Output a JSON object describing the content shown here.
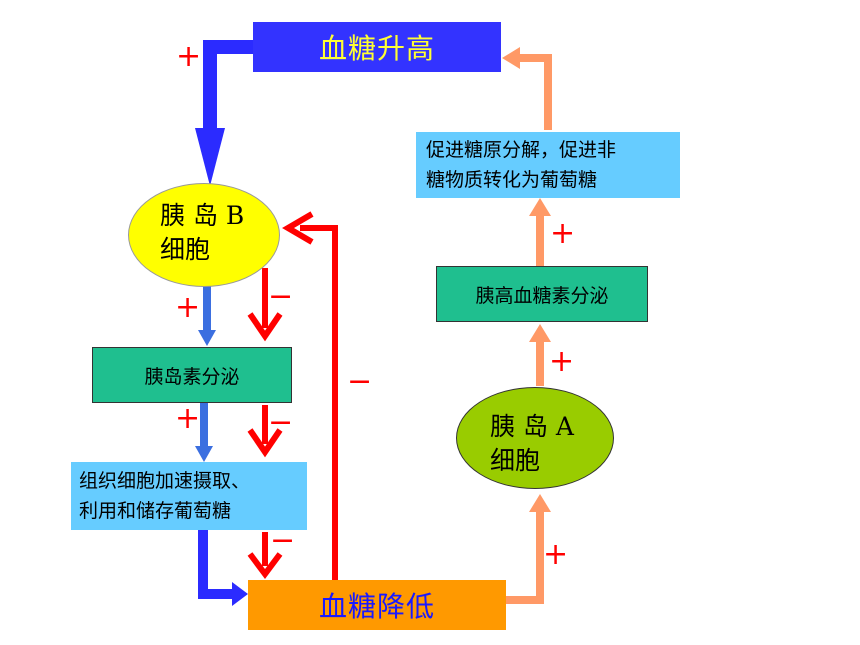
{
  "nodes": {
    "glucose_high": "血糖升高",
    "glucose_low": "血糖降低",
    "islet_b": "胰 岛 B\n细胞",
    "islet_a": "胰 岛 A\n细胞",
    "insulin_secretion": "胰岛素分泌",
    "glucagon_secretion": "胰高血糖素分泌",
    "tissue_uptake": "组织细胞加速摄取、\n利用和储存葡萄糖",
    "glycogenolysis": "促进糖原分解，促进非\n糖物质转化为葡萄糖"
  },
  "signs": {
    "plus": "+",
    "minus": "−"
  },
  "colors": {
    "blue_box": "#3333ff",
    "orange_box": "#ff9900",
    "teal_box": "#1fbf8f",
    "light_blue_box": "#66ccff",
    "yellow_ellipse": "#ffff00",
    "green_ellipse": "#99cc00",
    "red_arrow": "#ff0000",
    "blue_arrow": "#2b2bff",
    "salmon_arrow": "#ff9966",
    "sign_color": "#ff0000"
  }
}
